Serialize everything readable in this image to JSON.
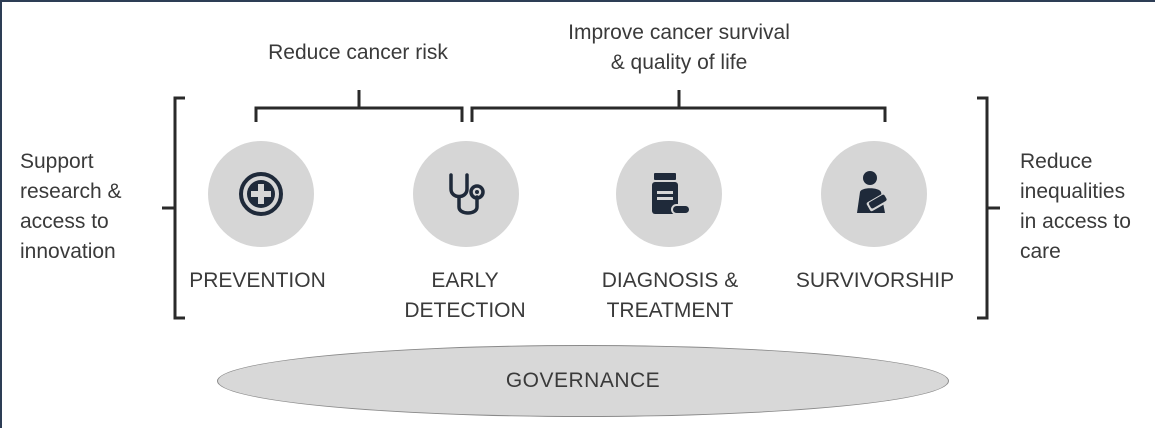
{
  "top_labels": {
    "reduce_risk": "Reduce cancer risk",
    "improve_survival": "Improve cancer survival\n& quality of life"
  },
  "side_labels": {
    "left": "Support\nresearch &\naccess to\ninnovation",
    "right": "Reduce\ninequalities\nin access to\ncare"
  },
  "stages": [
    {
      "label": "PREVENTION",
      "icon": "plus-circle-icon"
    },
    {
      "label": "EARLY\nDETECTION",
      "icon": "stethoscope-icon"
    },
    {
      "label": "DIAGNOSIS &\nTREATMENT",
      "icon": "medicine-bottle-icon"
    },
    {
      "label": "SURVIVORSHIP",
      "icon": "patient-icon"
    }
  ],
  "governance": "GOVERNANCE",
  "colors": {
    "frame": "#2d3d55",
    "circle": "#d6d6d6",
    "icon": "#1f2a3a",
    "ellipse": "#d8d8d8"
  }
}
